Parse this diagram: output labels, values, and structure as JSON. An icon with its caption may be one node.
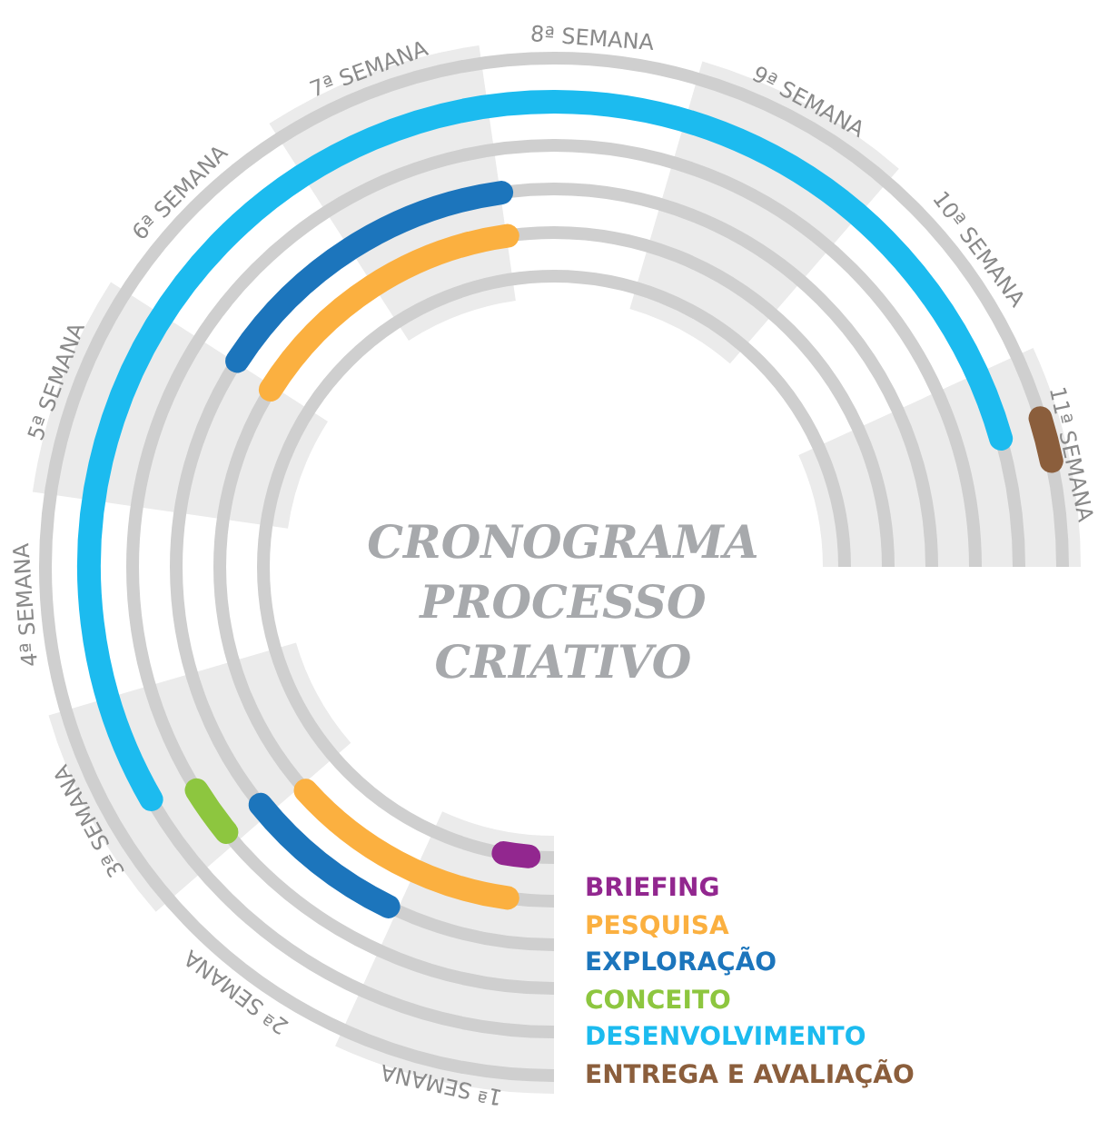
{
  "diagram": {
    "title": "CRONOGRAMA PROCESSO CRIATIVO",
    "labels": [
      "1ª SEMANA",
      "2ª SEMANA",
      "3ª SEMANA",
      "4ª SEMANA",
      "5ª SEMANA",
      "6ª SEMANA",
      "7ª SEMANA",
      "8ª SEMANA",
      "9ª SEMANA",
      "10ª SEMANA",
      "11ª SEMANA"
    ],
    "legend": [
      {
        "text": "BRIEFING",
        "color": "#92278f"
      },
      {
        "text": "PESQUISA",
        "color": "#fbb040"
      },
      {
        "text": "EXPLORAÇÃO",
        "color": "#1c75bc"
      },
      {
        "text": "CONCEITO",
        "color": "#8dc63f"
      },
      {
        "text": "DESENVOLVIMENTO",
        "color": "#1cbbef"
      },
      {
        "text": "ENTREGA E AVALIAÇÃO",
        "color": "#8b5e3c"
      }
    ]
  }
}
